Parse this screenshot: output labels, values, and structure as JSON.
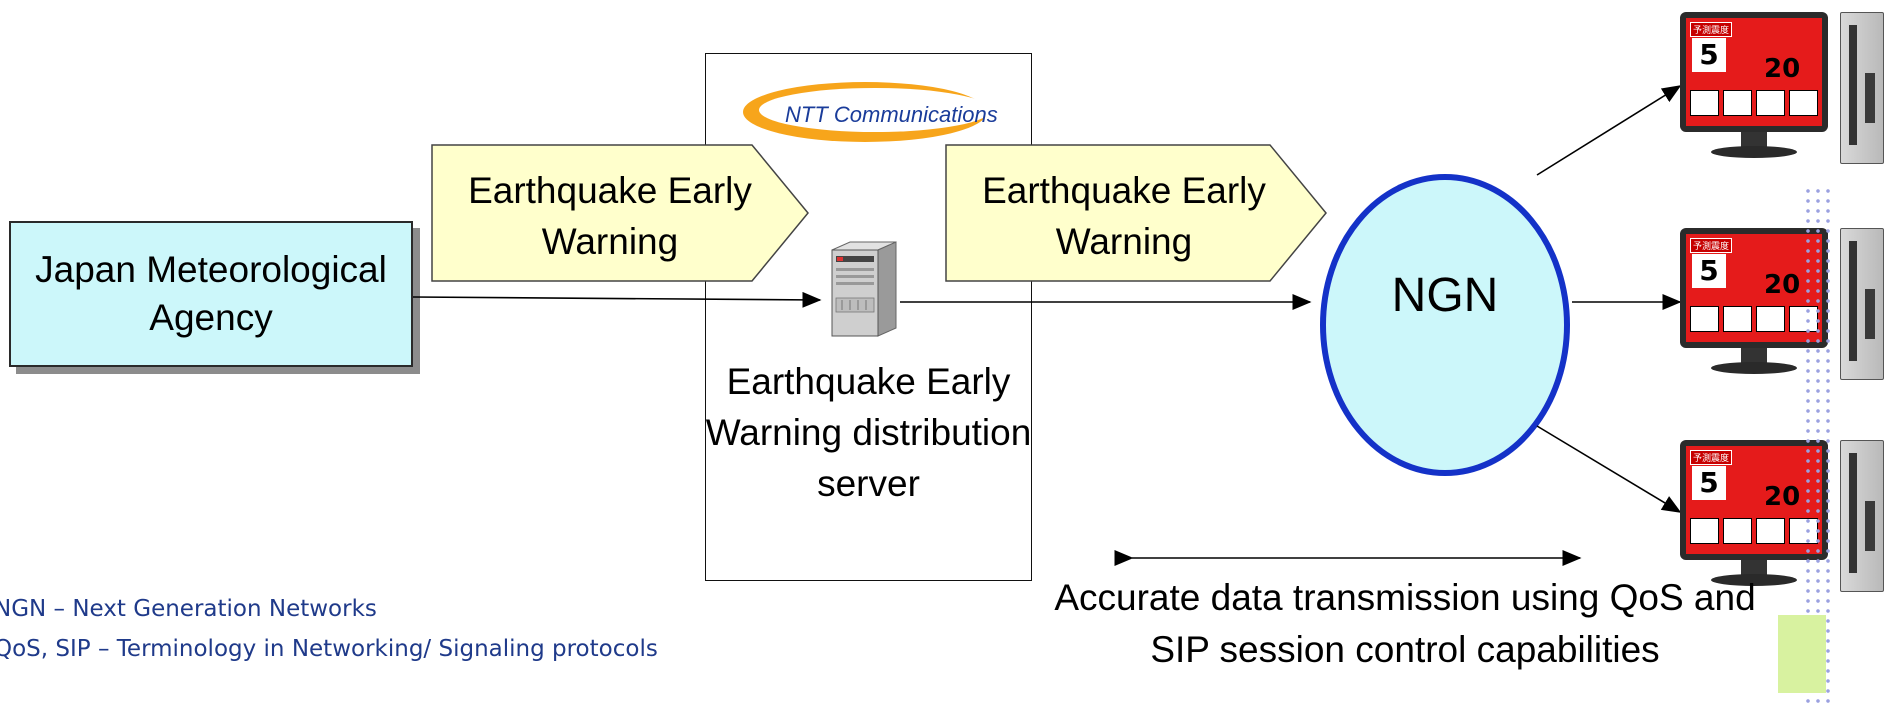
{
  "nodes": {
    "source": "Japan Meteorological Agency",
    "provider_logo_text": "NTT Communications",
    "server_label": "Earthquake Early Warning distribution server",
    "network": "NGN"
  },
  "arrows": {
    "warning_1": "Earthquake Early Warning",
    "warning_2": "Earthquake Early Warning"
  },
  "caption": "Accurate data transmission using QoS and SIP session control capabilities",
  "notes": {
    "line1": "NGN – Next Generation Networks",
    "line2": "QoS, SIP – Terminology in Networking/ Signaling protocols"
  },
  "terminal": {
    "tag": "予測震度",
    "intensity": "5",
    "seconds": "20"
  },
  "colors": {
    "source_fill": "#ccf7fa",
    "arrow_fill": "#ffffcc",
    "ngn_fill": "#ccf7fa",
    "ngn_stroke": "#1432c8",
    "screen_fill": "#e51b1b",
    "note_text": "#1f3a8a"
  }
}
